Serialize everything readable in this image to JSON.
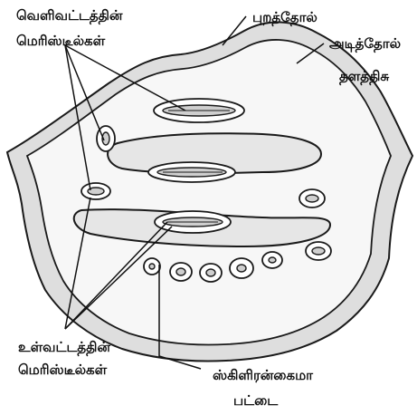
{
  "labels": {
    "outer_meristele": [
      "வெளிவட்டத்தின்",
      "மெரிஸ்டீல்கள்"
    ],
    "epidermis": "புறத்தோல்",
    "hypodermis": "அடித்தோல்",
    "ground_tissue": "தளத்திசு",
    "inner_meristele": [
      "உள்வட்டத்தின்",
      "மெரிஸ்டீல்கள்"
    ],
    "sclerenchyma_band": [
      "ஸ்கிளிரன்கைமா",
      "பட்டை"
    ]
  }
}
